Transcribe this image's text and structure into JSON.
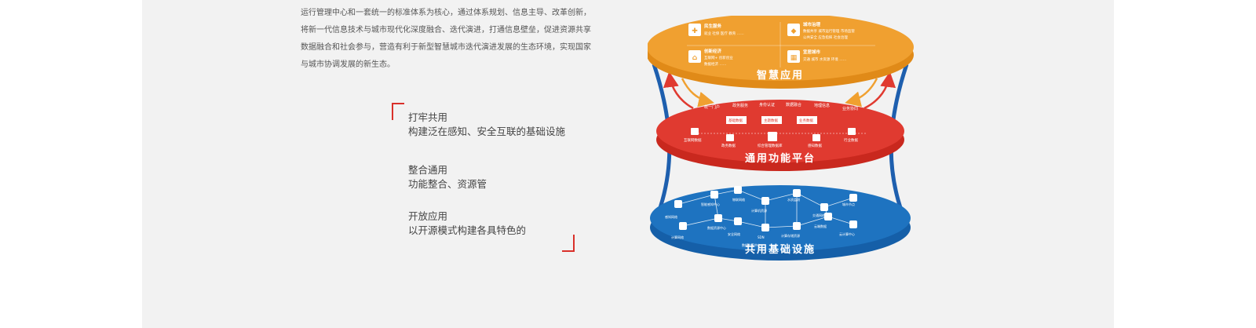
{
  "intro": {
    "lines": [
      "运行管理中心和一套统一的标准体系为核心，通过体系规划、信息主导、改革创新，",
      "将新一代信息技术与城市现代化深度融合、迭代演进，打通信息壁垒，促进资源共享",
      "数据融合和社会参与，营造有利于新型智慧城市迭代演进发展的生态环境，实现国家",
      "与城市协调发展的新生态。"
    ]
  },
  "features": [
    {
      "title": "打牢共用",
      "desc": "构建泛在感知、安全互联的基础设施"
    },
    {
      "title": "整合通用",
      "desc": "功能整合、资源管"
    },
    {
      "title": "开放应用",
      "desc": "以开源模式构建各具特色的"
    }
  ],
  "diagram": {
    "top": {
      "label": "智慧应用",
      "color": "#f0a030",
      "cells": [
        {
          "icon": "stethoscope-icon",
          "title": "民生服务",
          "lines": [
            "就业 社保 医疗 教育 ……"
          ]
        },
        {
          "icon": "governance-icon",
          "title": "城市治理",
          "lines": [
            "数据共享 城市运行管理 市场监管",
            "公共安全 应急指挥 社会治理"
          ]
        },
        {
          "icon": "house-icon",
          "title": "创新经济",
          "lines": [
            "互联网+ 创新创业",
            "数据经济 ……"
          ]
        },
        {
          "icon": "buildings-icon",
          "title": "宜居城市",
          "lines": [
            "交通 城市 水资源 环境 ……"
          ]
        }
      ]
    },
    "middle": {
      "label": "通用功能平台",
      "color": "#e03a30",
      "services": [
        "统一门户",
        "政务服务",
        "身份认证",
        "数据融合",
        "地理信息",
        "业务协同"
      ],
      "boxes": [
        "基础数据",
        "主题数据",
        "业务数据"
      ],
      "databases": [
        "互联网数据",
        "政务数据",
        "综合管理数据库",
        "感知数据",
        "行业数据"
      ]
    },
    "bottom": {
      "label": "共用基础设施",
      "color": "#1e73c0",
      "nodes": [
        "感知网络",
        "智能感知中心",
        "物联网络",
        "计算机资源",
        "水质监测",
        "交通网络",
        "城市节点",
        "计算网络",
        "数据资源中心",
        "安全网络",
        "SDN",
        "计算存储资源",
        "云端数据",
        "云计算中心",
        "数据共享中心"
      ]
    },
    "colors": {
      "pillar": "#1e5fae",
      "arrow_red": "#e03a30",
      "arrow_orange": "#f0a030"
    }
  }
}
